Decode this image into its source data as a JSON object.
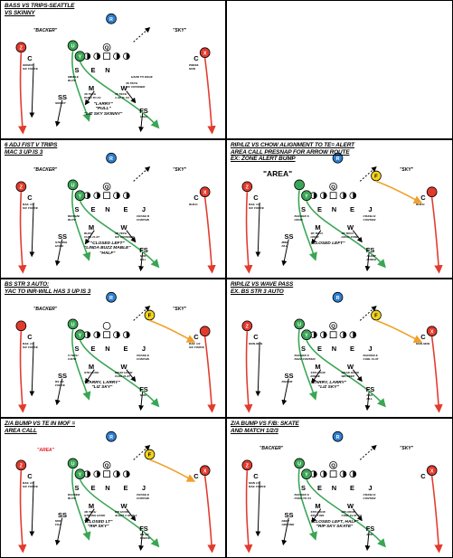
{
  "colors": {
    "red": "#e23b2e",
    "green": "#3aa655",
    "blue": "#2f7fd1",
    "yellow": "#f3d21a",
    "orange": "#f0a028",
    "black": "#000000"
  },
  "panels": [
    {
      "title": [
        "BASS VS TRIPS-SEATTLE",
        "VS SKINNY"
      ],
      "calls": {
        "sky": "\"SKY\"",
        "backer": "\"BACKER\"",
        "main": [
          "\"LARRY\"",
          "\"PULL\"",
          "\"LIZ SKY SKINNY\""
        ]
      },
      "letters": {
        "rover": "R",
        "z": "Z",
        "u": "U",
        "y": "Y",
        "q": "Q",
        "x": "X",
        "c1": "C",
        "c2": "C",
        "ss": "SS",
        "s": "S",
        "n": "N",
        "e": "E",
        "m": "M",
        "w": "W",
        "fs": "FS"
      },
      "notes": {
        "c1": "SKINNY\nS/C FORCE",
        "s": "MIDDLE\nBLITZ",
        "ss": "SKINNY",
        "m": "4S TECH\nPUSH TO X3",
        "w": "4S TECH\n3 UP 3L X3",
        "e2": "4S TECH\nS/C CROSSER",
        "e": "HAND TO EDGE",
        "fs": "HIGH",
        "c2": "PRESS\nMAN"
      }
    },
    {
      "title": [
        "6 ADJ FIST V TRIPS",
        "MAC 3 UP IS 3"
      ],
      "calls": {
        "backer": "\"BACKER\"",
        "sky": "\"SKY\"",
        "main": [
          "\"CLOSED LEFT\"",
          "\"LINDA BUZZ MABLE\"",
          "\"HALF\""
        ]
      },
      "letters": {
        "rover": "R",
        "z": "Z",
        "u": "U",
        "y": "Y",
        "q": "Q",
        "x": "X",
        "c1": "C",
        "c2": "C",
        "ss": "SS",
        "s": "S",
        "e": "E",
        "n": "N",
        "e2": "E",
        "j": "J",
        "m": "M",
        "w": "W",
        "fs": "FS"
      },
      "notes": {
        "c1": "BAIL 1/3\nS/C FORCE",
        "ss": "STRONG\nHOOK",
        "s": "BRONZE\nBLITZ",
        "m": "BUZZ\nCURL FLAT",
        "w": "3B TECH\nS/C CROSSER",
        "j": "CRASH B\nCONTAIN",
        "fs": "MOF\nFILL",
        "c2": "BUILD"
      }
    },
    {
      "title": [
        "RIP/LIZ VS CHOW ALIGNMENT TO TE= ALERT",
        "AREA CALL PRESNAP FOR ARROW ROUTE",
        "EX: ZONE ALERT BUMP"
      ],
      "calls": {
        "area": "\"AREA\"",
        "sky": "\"SKY\"",
        "main": [
          "\"CLOSED LEFT\""
        ]
      },
      "letters": {
        "rover": "R",
        "q": "Q",
        "f": "F",
        "z": "Z",
        "c1": "C",
        "c2": "C",
        "y": "Y",
        "s": "S",
        "e": "E",
        "n": "N",
        "e2": "E",
        "j": "J",
        "m": "M",
        "w": "W",
        "ss": "SS",
        "fs": "FS"
      },
      "notes": {
        "c1": "BAIL 1/3\nS/C FORCE",
        "s": "BACKER S\nHOOK",
        "m": "3B TECH\nHOOK",
        "w": "3B TECH\nHOOK ZONE",
        "j": "CRASH E\nCONTAIN",
        "ss": "MIDI\nFILL",
        "fs": "ALERT\nFORCE",
        "c2": "BUILD"
      }
    },
    {
      "title": [
        "BS STR 3 AUTO:",
        "YAC TO INR-WILL HAS 3 UP IS 3"
      ],
      "calls": {
        "sky": "\"SKY\"",
        "backer": "\"BACKER\"",
        "main": [
          "\"LARRY, LARRY\"",
          "\"LIZ SKY\""
        ]
      },
      "letters": {
        "r": "R",
        "y": "Y",
        "u": "U",
        "f": "F",
        "c1": "C",
        "c2": "C",
        "s": "S",
        "e": "E",
        "n": "N",
        "e2": "E",
        "j": "J",
        "m": "M",
        "w": "W",
        "ss": "SS",
        "fs": "FS"
      },
      "notes": {
        "c1": "BAIL 1/3\nS/C FORCE",
        "s": "X TECH\nC/STR",
        "m": "STR HOOK",
        "w": "WEAK HOOK\nCURL FLAT",
        "j": "CRASH E\nCONTAIN",
        "ss": "BS 1/3\nFORCE",
        "fs": "MOF",
        "c2": "BAIL 1/3\nS/C FORCE"
      }
    },
    {
      "title": [
        "RIP/LIZ VS WAVE PASS",
        "EX. BS STR 3 AUTO"
      ],
      "calls": {
        "main": [
          "\"LARRY, LARRY\"",
          "\"LIZ SKY\""
        ]
      },
      "letters": {
        "r": "R",
        "f": "F",
        "z": "Z",
        "x": "X",
        "y": "Y",
        "u": "U",
        "q": "Q",
        "c1": "C",
        "c2": "C",
        "s": "S",
        "e": "E",
        "n": "N",
        "e2": "E",
        "j": "J",
        "m": "M",
        "w": "W",
        "ss": "SS",
        "fs": "FS"
      },
      "notes": {
        "c1": "MAN-MAN",
        "s": "BACKER S\nBUZZ CONTAIN",
        "m": "STR HOOK\nINSIDE",
        "w": "WEAK HOOK\nWR DEEP",
        "j": "BACKER E\nCURL FLAT",
        "ss": "BS/HUB",
        "fs": "FAN\nFILL",
        "c2": "MAN-MAN"
      }
    },
    {
      "title": [
        "Z/A BUMP VS TE IN MOF =",
        "AREA CALL"
      ],
      "calls": {
        "area": "\"AREA\"",
        "main": [
          "\"CLOSED LT\"",
          "\"RIP SKY\""
        ]
      },
      "letters": {
        "r": "R",
        "f": "F",
        "z": "Z",
        "x": "X",
        "u": "U",
        "y": "Y",
        "q": "Q",
        "c1": "C",
        "c2": "C",
        "s": "S",
        "e": "E",
        "n": "N",
        "e2": "E",
        "j": "J",
        "m": "M",
        "w": "W",
        "ss": "SS",
        "fs": "FS"
      },
      "notes": {
        "c1": "BAIL 1/3\nS/C FORCE",
        "s": "BACKER\nBLITZ",
        "m": "3B TECH\nSTRONG HOOK",
        "w": "WR HOOK\nALERT 3 UP IS 3",
        "j": "CRASH E\nCONTAIN",
        "ss": "MOF\nFILL",
        "fs": "BS 1/3\nFORCE"
      }
    },
    {
      "title": [
        "Z/A BUMP VS F/B: SKATE",
        "AND MATCH 1/2/3"
      ],
      "calls": {
        "backer": "\"BACKER\"",
        "sky": "\"SKY\"",
        "main": [
          "\"CLOSED LEFT, HALF\"",
          "\"RIP SKY SKATE\""
        ]
      },
      "letters": {
        "q": "Q",
        "r": "R",
        "z": "Z",
        "u": "U",
        "y": "Y",
        "x": "X",
        "c1": "C",
        "c2": "C",
        "s": "S",
        "e": "E",
        "n": "N",
        "e2": "E",
        "j": "J",
        "m": "M",
        "w": "W",
        "ss": "SS",
        "fs": "FS"
      },
      "notes": {
        "c1": "MAN 1/3\nBAIL FORCE",
        "s": "BACKER S\nPUSH TO X3",
        "m": "STR HOOK\nSPLIT INS",
        "w": "WR HOOK\nCURL FLAT 1/3",
        "j": "CRASH E\nCONTAIN",
        "ss": "DEEP\nGROUND",
        "fs": "MOF"
      }
    }
  ]
}
